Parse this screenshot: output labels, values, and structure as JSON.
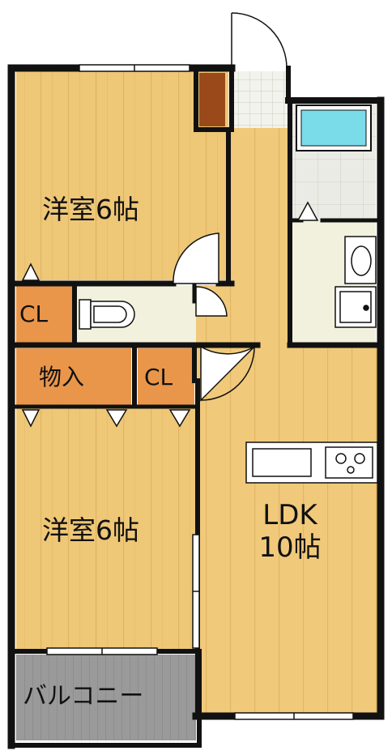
{
  "rooms": {
    "western_room_top": {
      "label": "洋室6帖"
    },
    "western_room_bottom": {
      "label": "洋室6帖"
    },
    "closet_left": {
      "label": "CL"
    },
    "closet_middle": {
      "label": "CL"
    },
    "storage": {
      "label": "物入"
    },
    "ldk": {
      "label": "LDK",
      "size": "10帖"
    },
    "balcony": {
      "label": "バルコニー"
    }
  },
  "colors": {
    "floor_wood": "#eec777",
    "floor_wood_stripe": "#e3b865",
    "closet_orange": "#e9964a",
    "wall": "#111111",
    "tile": "#eceee4",
    "balcony_gray": "#9a9a9a",
    "bath_blue": "#79dce8",
    "pillar_brown": "#9a4a1a"
  }
}
